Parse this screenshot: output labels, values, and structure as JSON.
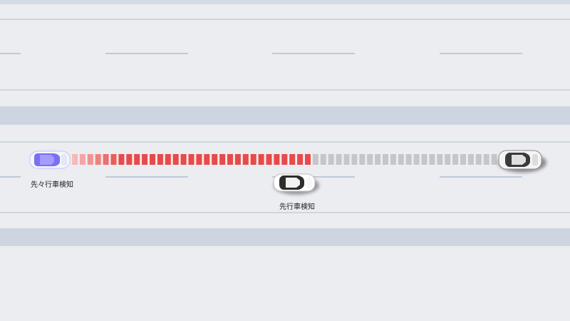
{
  "labels": {
    "ego_vehicle_label": "先々行車検知",
    "lead_vehicle_label": "先行車検知"
  },
  "colors": {
    "road_surface": "#ecedf1",
    "median_band": "#cdd6e0",
    "lane_line": "#b9c7d6",
    "detection_active": "#e84a4a",
    "detection_fade": "#f7b7b7",
    "detection_inactive": "#c6c6c8",
    "ego_vehicle": "#7b6ff2",
    "lead_vehicle": "#ffffff",
    "far_vehicle": "#5a5a5a"
  },
  "vehicles": [
    {
      "name": "ego-car",
      "color": "ego"
    },
    {
      "name": "lead-car",
      "color": "white"
    },
    {
      "name": "far-car",
      "color": "dark"
    }
  ],
  "detection_bar": {
    "active_segments": 31,
    "inactive_segments": 25
  }
}
